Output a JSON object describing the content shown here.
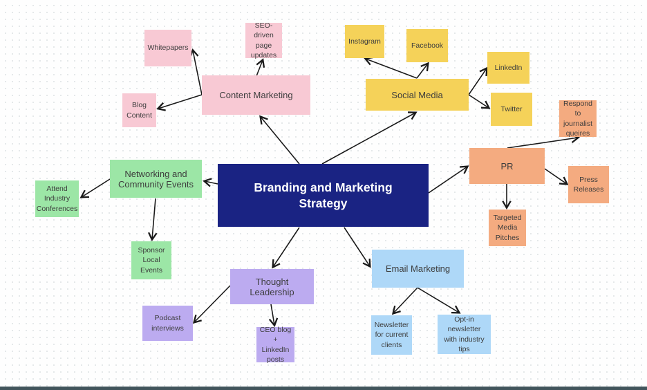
{
  "canvas": {
    "dot_color": "#e3e7e8",
    "background": "#fefefe",
    "footer_bar_color": "#42555c"
  },
  "center": {
    "label": "Branding and Marketing Strategy",
    "bg": "#1a2383",
    "text_color": "#ffffff"
  },
  "branches": {
    "content": {
      "label": "Content Marketing",
      "color": "#f8c9d4",
      "children": {
        "whitepapers": "Whitepapers",
        "seo": "SEO-driven page updates",
        "blog": "Blog Content"
      }
    },
    "social": {
      "label": "Social Media",
      "color": "#f5d259",
      "children": {
        "instagram": "Instagram",
        "facebook": "Facebook",
        "linkedin": "LinkedIn",
        "twitter": "Twitter"
      }
    },
    "pr": {
      "label": "PR",
      "color": "#f4ab80",
      "children": {
        "respond": "Respond to journalist queires",
        "press": "Press Releases",
        "targeted": "Targeted Media Pitches"
      }
    },
    "networking": {
      "label": "Networking and Community Events",
      "color": "#9ce6a6",
      "children": {
        "attend": "Attend Industry Conferences",
        "sponsor": "Sponsor Local Events"
      }
    },
    "thought": {
      "label": "Thought Leadership",
      "color": "#bcabf0",
      "children": {
        "podcast": "Podcast interviews",
        "ceo": "CEO blog + LinkedIn posts"
      }
    },
    "email": {
      "label": "Email Marketing",
      "color": "#aed8f8",
      "children": {
        "newsletter": "Newsletter for current clients",
        "optin": "Opt-in newsletter with industry tips"
      }
    }
  },
  "connector_color": "#1a1a1a"
}
